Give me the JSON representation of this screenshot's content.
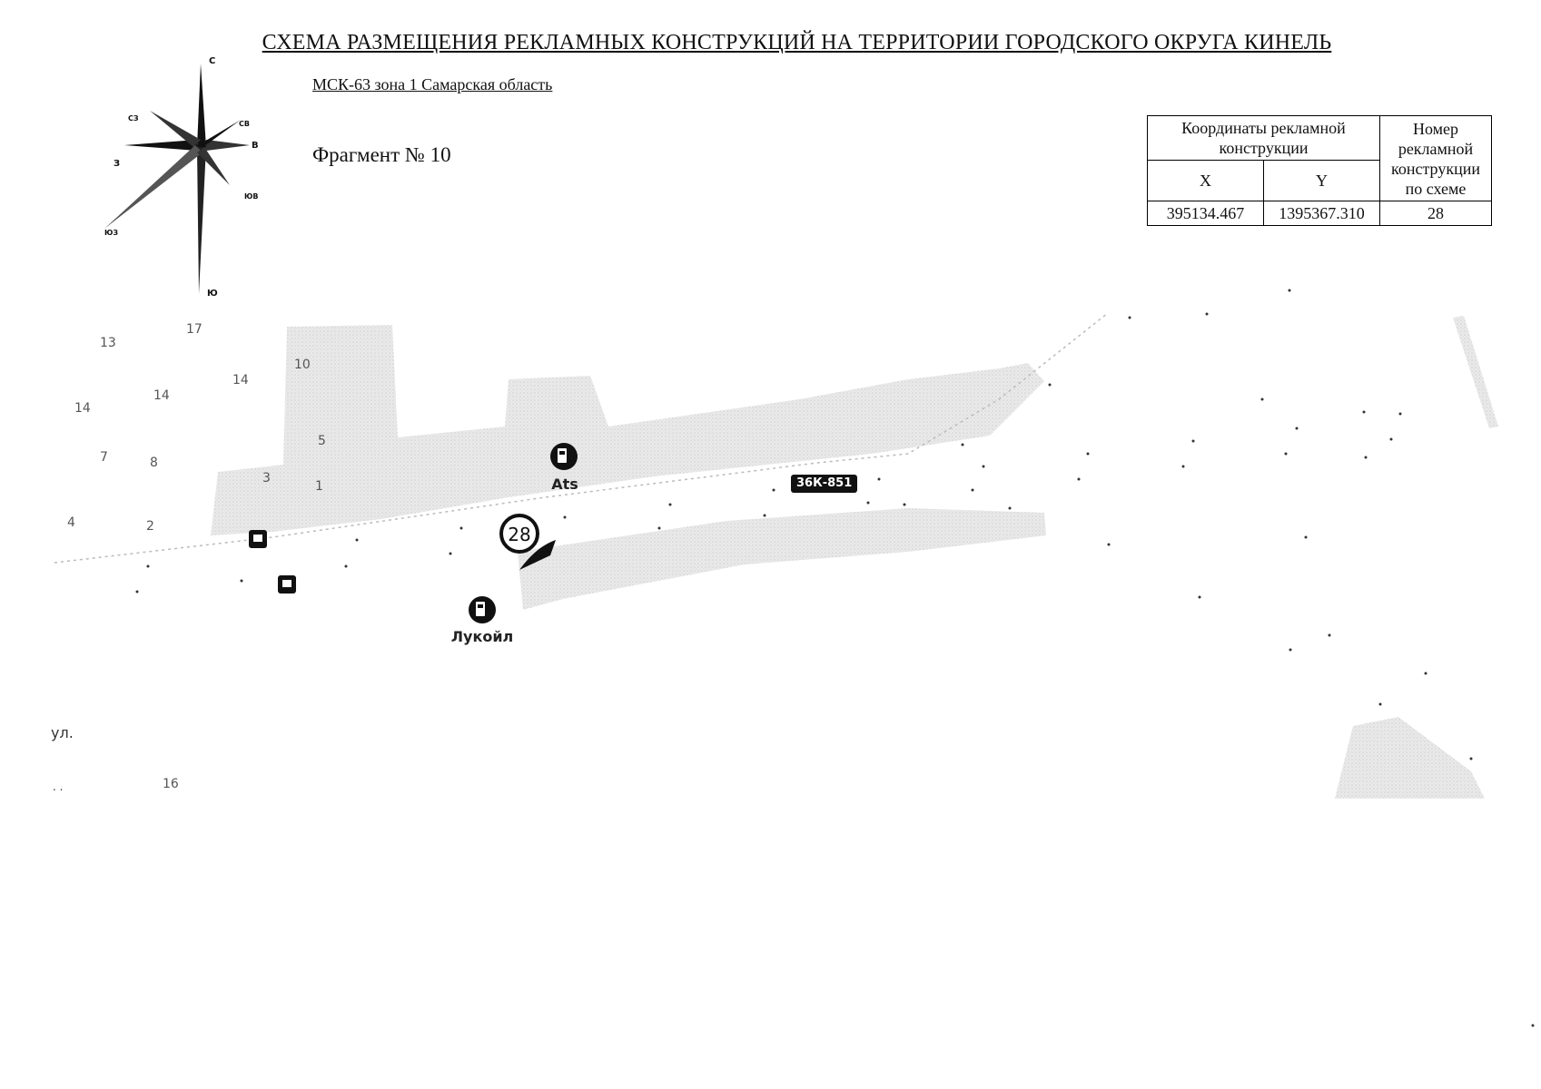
{
  "title": "СХЕМА РАЗМЕЩЕНИЯ РЕКЛАМНЫХ КОНСТРУКЦИЙ НА ТЕРРИТОРИИ ГОРОДСКОГО ОКРУГА КИНЕЛЬ",
  "coordinate_system": "МСК-63 зона 1 Самарская область",
  "fragment_label": "Фрагмент № 10",
  "compass": {
    "n": "С",
    "s": "Ю",
    "e": "В",
    "w": "З",
    "ne": "СВ",
    "nw": "СЗ",
    "se": "ЮВ",
    "sw": "ЮЗ"
  },
  "table": {
    "coords_header": "Координаты рекламной конструкции",
    "number_header": "Номер рекламной конструкции по схеме",
    "x_header": "X",
    "y_header": "Y",
    "rows": [
      {
        "x": "395134.467",
        "y": "1395367.310",
        "number": "28"
      }
    ]
  },
  "map": {
    "house_numbers": [
      "13",
      "17",
      "10",
      "14",
      "14",
      "14",
      "5",
      "7",
      "8",
      "3",
      "1",
      "4",
      "2",
      "16"
    ],
    "pois": [
      {
        "name": "Ats",
        "icon": "fuel-station-icon"
      },
      {
        "name": "Лукойл",
        "icon": "fuel-station-icon"
      }
    ],
    "road_badge": "36К-851",
    "marker_number": "28",
    "partial_text": "ул.",
    "partial_text_2": ". ."
  },
  "colors": {
    "built_area": "#e3e3e3",
    "ink": "#111111"
  }
}
